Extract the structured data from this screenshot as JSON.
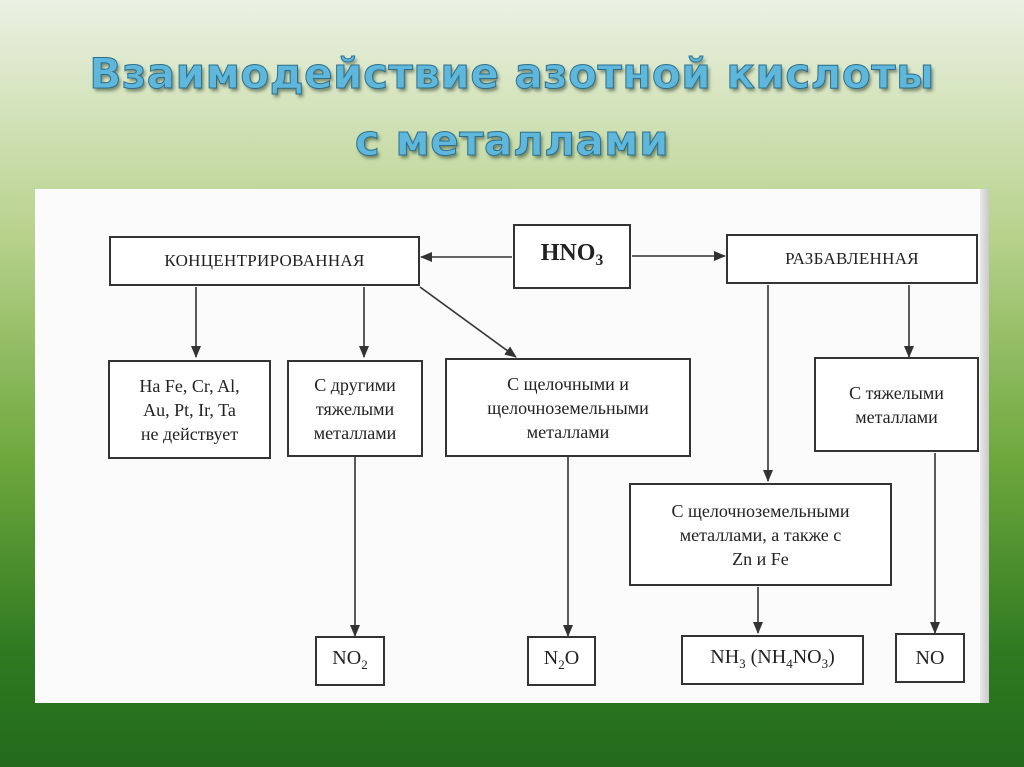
{
  "slide": {
    "title_line1": "Взаимодействие азотной кислоты",
    "title_line2": "с металлами"
  },
  "diagram": {
    "acid": {
      "formula": "HNO",
      "index": "3"
    },
    "concentrated": "КОНЦЕНТРИРОВАННАЯ",
    "dilute": "РАЗБАВЛЕННАЯ",
    "passive_metals": {
      "line1": "На Fe, Cr, Al,",
      "line2": "Au, Pt, Ir, Ta",
      "line3": "не действует"
    },
    "other_heavy": {
      "line1": "С другими",
      "line2": "тяжелыми",
      "line3": "металлами"
    },
    "alkaline": {
      "line1": "С щелочными и",
      "line2": "щелочноземельными",
      "line3": "металлами"
    },
    "heavy_dilute": {
      "line1": "С тяжелыми",
      "line2": "металлами"
    },
    "alkaline_earth_dilute": {
      "line1": "С щелочноземельными",
      "line2": "металлами, а также с",
      "line3": "Zn и Fe"
    },
    "products": {
      "no2": {
        "base": "NO",
        "index": "2"
      },
      "n2o": {
        "n": "N",
        "index": "2",
        "o": "O"
      },
      "nh3": {
        "nh": "NH",
        "i1": "3",
        "mid": " (NH",
        "i2": "4",
        "no": "NO",
        "i3": "3",
        "end": ")"
      },
      "no": "NO"
    }
  }
}
